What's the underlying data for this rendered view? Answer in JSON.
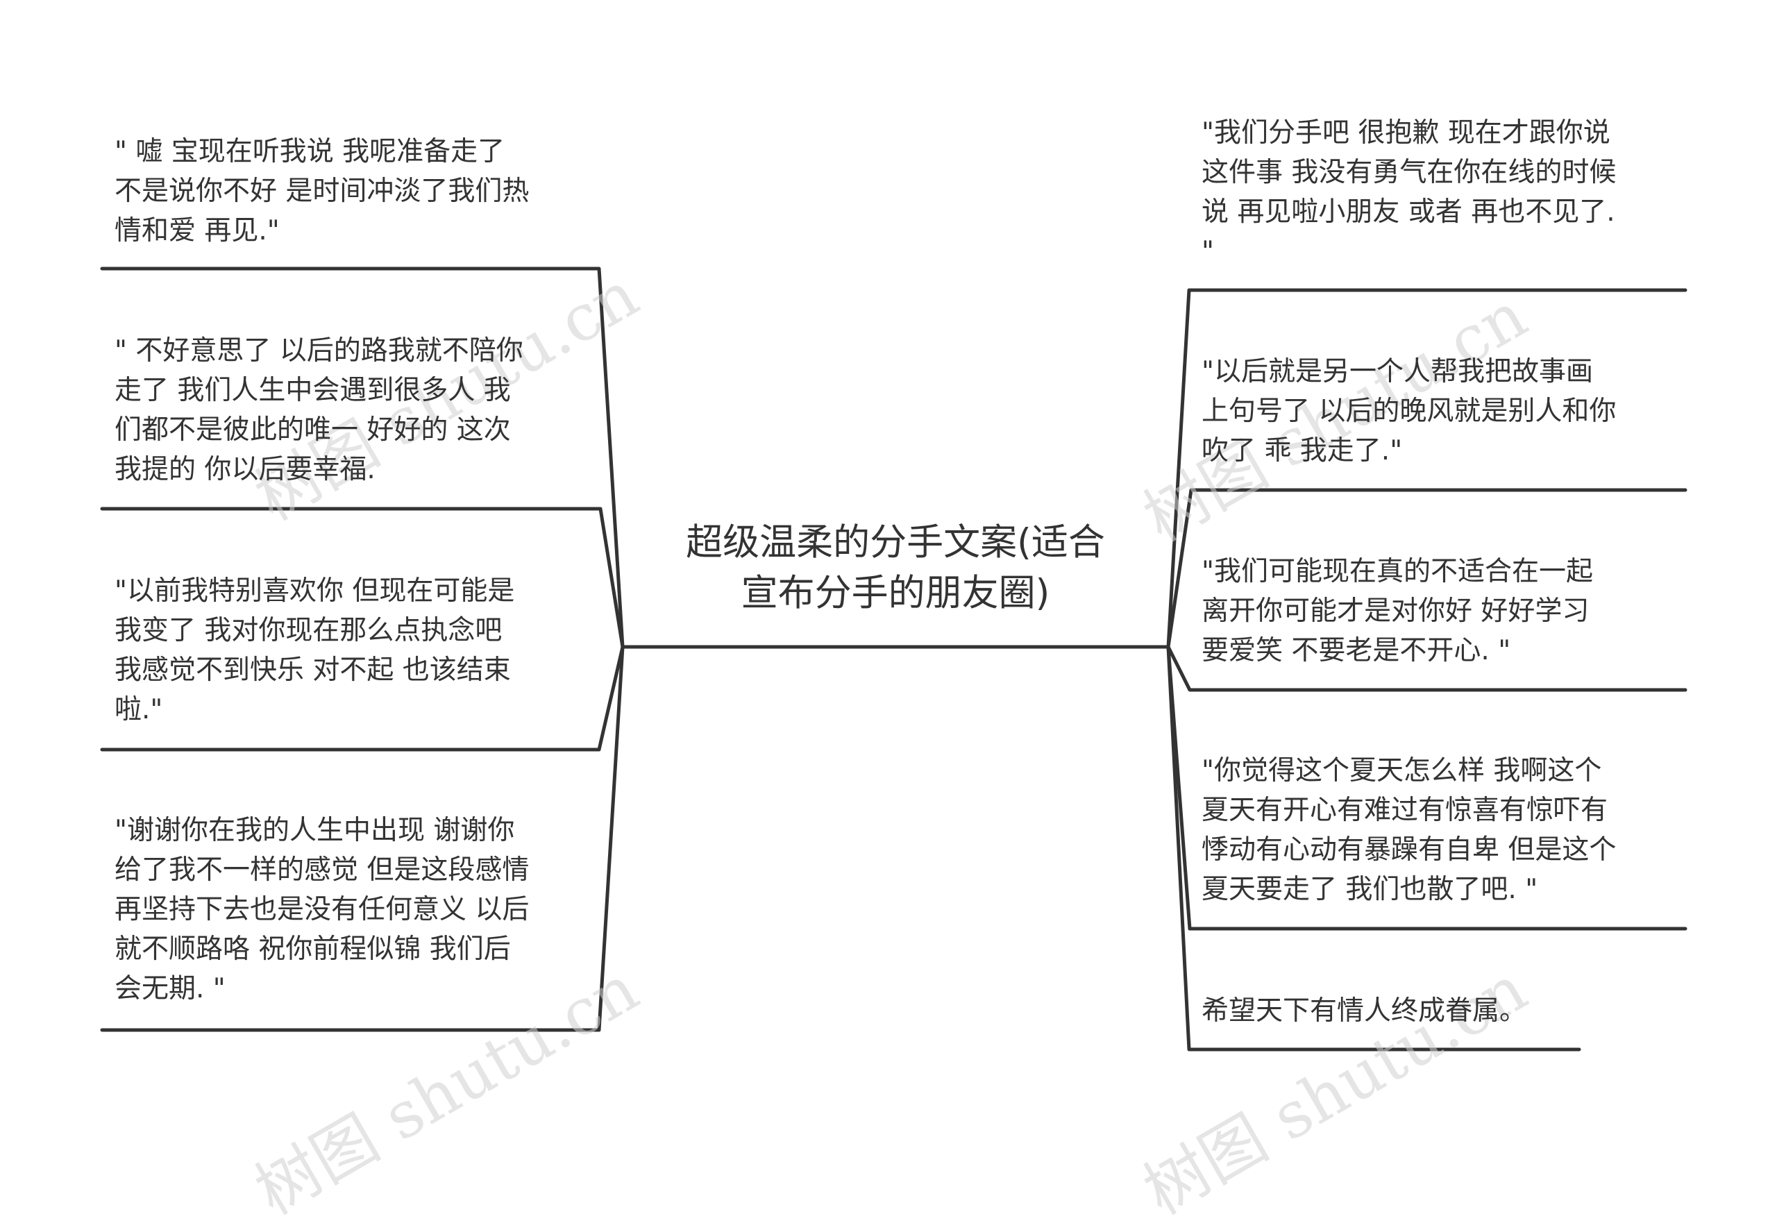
{
  "root": {
    "text": "超级温柔的分手文案(适合\n宣布分手的朋友圈)"
  },
  "left_nodes": [
    {
      "text": " \" 嘘 宝现在听我说 我呢准备走了\n不是说你不好 是时间冲淡了我们热\n情和爱 再见.\""
    },
    {
      "text": " \" 不好意思了 以后的路我就不陪你\n走了 我们人生中会遇到很多人 我\n们都不是彼此的唯一 好好的 这次\n我提的 你以后要幸福."
    },
    {
      "text": " \"以前我特别喜欢你 但现在可能是\n我变了 我对你现在那么点执念吧\n我感觉不到快乐 对不起 也该结束\n啦.\""
    },
    {
      "text": " \"谢谢你在我的人生中出现 谢谢你\n给了我不一样的感觉 但是这段感情\n再坚持下去也是没有任何意义 以后\n就不顺路咯 祝你前程似锦 我们后\n会无期. \""
    }
  ],
  "right_nodes": [
    {
      "text": " \"我们分手吧 很抱歉 现在才跟你说\n这件事 我没有勇气在你在线的时候\n说 再见啦小朋友 或者 再也不见了.\n\""
    },
    {
      "text": " \"以后就是另一个人帮我把故事画\n上句号了 以后的晚风就是别人和你\n吹了 乖 我走了.\""
    },
    {
      "text": " \"我们可能现在真的不适合在一起\n离开你可能才是对你好 好好学习\n要爱笑 不要老是不开心. \""
    },
    {
      "text": " \"你觉得这个夏天怎么样 我啊这个\n夏天有开心有难过有惊喜有惊吓有\n悸动有心动有暴躁有自卑 但是这个\n夏天要走了 我们也散了吧. \""
    },
    {
      "text": "希望天下有情人终成眷属。"
    }
  ],
  "watermark": {
    "text": "树图 shutu.cn"
  },
  "colors": {
    "line": "#333333",
    "text": "#333333",
    "watermark": "#d0d0d0"
  }
}
